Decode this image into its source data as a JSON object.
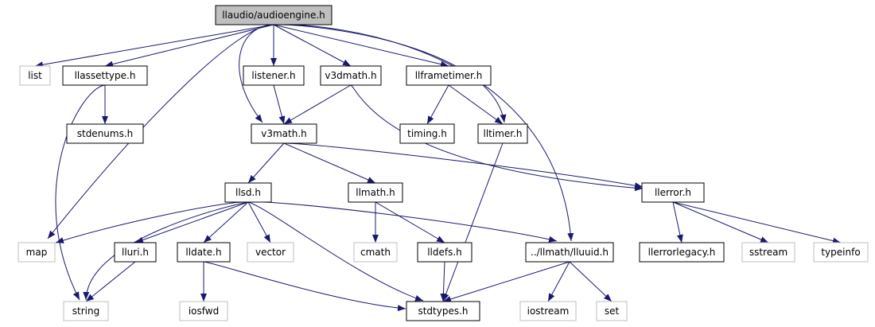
{
  "colors": {
    "edge": "#191970",
    "root_fill": "#bfbfbf",
    "documented_border": "#000000",
    "external_border": "#bfbfbf",
    "text": "#000000"
  },
  "nodes": [
    {
      "id": "root",
      "label": "llaudio/audioengine.h",
      "kind": "root"
    },
    {
      "id": "list",
      "label": "list",
      "kind": "external"
    },
    {
      "id": "llassettype",
      "label": "llassettype.h",
      "kind": "documented"
    },
    {
      "id": "listener",
      "label": "listener.h",
      "kind": "documented"
    },
    {
      "id": "v3dmath",
      "label": "v3dmath.h",
      "kind": "documented"
    },
    {
      "id": "llframetimer",
      "label": "llframetimer.h",
      "kind": "documented"
    },
    {
      "id": "stdenums",
      "label": "stdenums.h",
      "kind": "documented"
    },
    {
      "id": "v3math",
      "label": "v3math.h",
      "kind": "documented"
    },
    {
      "id": "timing",
      "label": "timing.h",
      "kind": "documented"
    },
    {
      "id": "lltimer",
      "label": "lltimer.h",
      "kind": "documented"
    },
    {
      "id": "llsd",
      "label": "llsd.h",
      "kind": "documented"
    },
    {
      "id": "llmath",
      "label": "llmath.h",
      "kind": "documented"
    },
    {
      "id": "llerror",
      "label": "llerror.h",
      "kind": "documented"
    },
    {
      "id": "map",
      "label": "map",
      "kind": "external"
    },
    {
      "id": "lluri",
      "label": "lluri.h",
      "kind": "documented"
    },
    {
      "id": "lldate",
      "label": "lldate.h",
      "kind": "documented"
    },
    {
      "id": "vector",
      "label": "vector",
      "kind": "external"
    },
    {
      "id": "cmath",
      "label": "cmath",
      "kind": "external"
    },
    {
      "id": "lldefs",
      "label": "lldefs.h",
      "kind": "documented"
    },
    {
      "id": "lluuid",
      "label": "../llmath/lluuid.h",
      "kind": "documented"
    },
    {
      "id": "llerrorlegacy",
      "label": "llerrorlegacy.h",
      "kind": "documented"
    },
    {
      "id": "sstream",
      "label": "sstream",
      "kind": "external"
    },
    {
      "id": "typeinfo",
      "label": "typeinfo",
      "kind": "external"
    },
    {
      "id": "string",
      "label": "string",
      "kind": "external"
    },
    {
      "id": "iosfwd",
      "label": "iosfwd",
      "kind": "external"
    },
    {
      "id": "stdtypes",
      "label": "stdtypes.h",
      "kind": "documented"
    },
    {
      "id": "iostream",
      "label": "iostream",
      "kind": "external"
    },
    {
      "id": "set",
      "label": "set",
      "kind": "external"
    }
  ],
  "edges": [
    {
      "from": "root",
      "to": "list"
    },
    {
      "from": "root",
      "to": "llassettype"
    },
    {
      "from": "root",
      "to": "map"
    },
    {
      "from": "root",
      "to": "v3math"
    },
    {
      "from": "root",
      "to": "listener"
    },
    {
      "from": "root",
      "to": "v3dmath"
    },
    {
      "from": "root",
      "to": "llframetimer"
    },
    {
      "from": "root",
      "to": "lltimer"
    },
    {
      "from": "root",
      "to": "lluuid"
    },
    {
      "from": "llassettype",
      "to": "stdenums"
    },
    {
      "from": "llassettype",
      "to": "string"
    },
    {
      "from": "listener",
      "to": "v3math"
    },
    {
      "from": "v3dmath",
      "to": "v3math"
    },
    {
      "from": "v3dmath",
      "to": "llerror"
    },
    {
      "from": "llframetimer",
      "to": "timing"
    },
    {
      "from": "llframetimer",
      "to": "lltimer"
    },
    {
      "from": "lltimer",
      "to": "stdtypes"
    },
    {
      "from": "v3math",
      "to": "llsd"
    },
    {
      "from": "v3math",
      "to": "llmath"
    },
    {
      "from": "v3math",
      "to": "llerror"
    },
    {
      "from": "llsd",
      "to": "map"
    },
    {
      "from": "llsd",
      "to": "string"
    },
    {
      "from": "llsd",
      "to": "lluri"
    },
    {
      "from": "llsd",
      "to": "lldate"
    },
    {
      "from": "llsd",
      "to": "vector"
    },
    {
      "from": "llsd",
      "to": "stdtypes"
    },
    {
      "from": "llsd",
      "to": "lluuid"
    },
    {
      "from": "llmath",
      "to": "cmath"
    },
    {
      "from": "llmath",
      "to": "lldefs"
    },
    {
      "from": "lldefs",
      "to": "stdtypes"
    },
    {
      "from": "lluri",
      "to": "string"
    },
    {
      "from": "lldate",
      "to": "iosfwd"
    },
    {
      "from": "lldate",
      "to": "stdtypes"
    },
    {
      "from": "lluuid",
      "to": "stdtypes"
    },
    {
      "from": "lluuid",
      "to": "iostream"
    },
    {
      "from": "lluuid",
      "to": "set"
    },
    {
      "from": "llerror",
      "to": "llerrorlegacy"
    },
    {
      "from": "llerror",
      "to": "sstream"
    },
    {
      "from": "llerror",
      "to": "typeinfo"
    }
  ]
}
